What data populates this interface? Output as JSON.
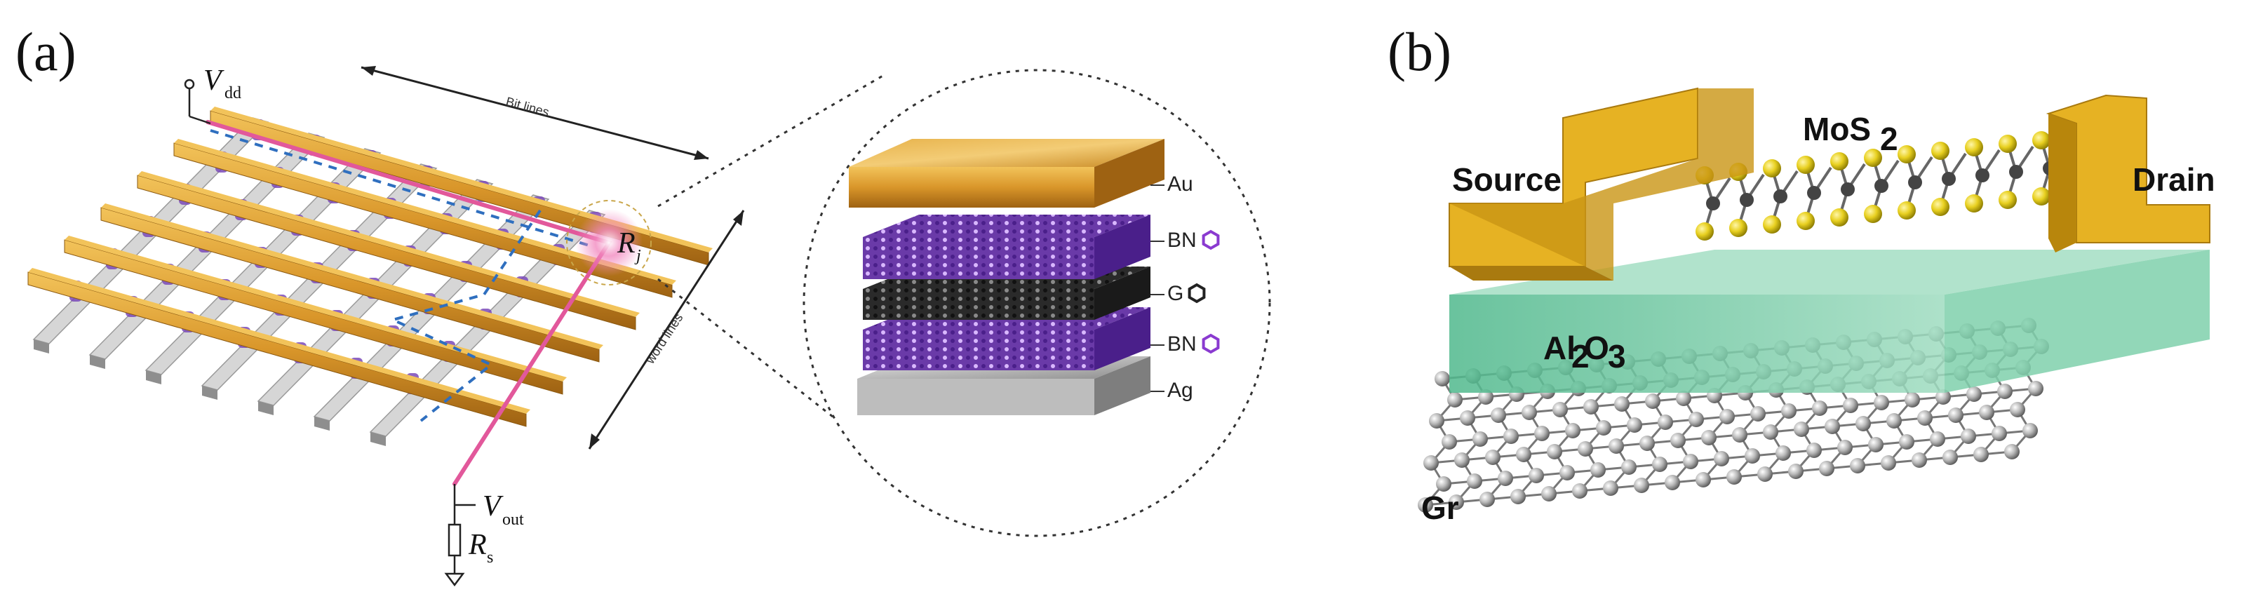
{
  "figure": {
    "panel_a": {
      "label": "(a)",
      "crossbar": {
        "vdd_main": "V",
        "vdd_sub": "dd",
        "bit_lines": "Bit lines",
        "word_lines": "word lines",
        "r_main": "R",
        "r_sub": "j",
        "vout_main": "V",
        "vout_sub": "out",
        "rs_main": "R",
        "rs_sub": "s"
      },
      "stack_layers": [
        {
          "label": "Au",
          "color": "#d49a2a"
        },
        {
          "label": "BN",
          "color": "#7a4ab8"
        },
        {
          "label": "G",
          "color": "#2e2e2e"
        },
        {
          "label": "BN",
          "color": "#7a4ab8"
        },
        {
          "label": "Ag",
          "color": "#9a9a9a"
        }
      ]
    },
    "panel_b": {
      "label": "(b)",
      "source": "Source",
      "drain": "Drain",
      "mos2_main": "MoS",
      "mos2_sub": "2",
      "al2o3_a": "Al",
      "al2o3_sub1": "2",
      "al2o3_b": "O",
      "al2o3_sub2": "3",
      "gr": "Gr"
    },
    "colors": {
      "gold": "#e6b223",
      "gold_dark": "#b07d10",
      "teal": "#6fcba3",
      "purple": "#7a4ab8",
      "grey": "#a8a8a8",
      "pink": "#e2589b",
      "blue_dash": "#2f6fbf"
    }
  }
}
